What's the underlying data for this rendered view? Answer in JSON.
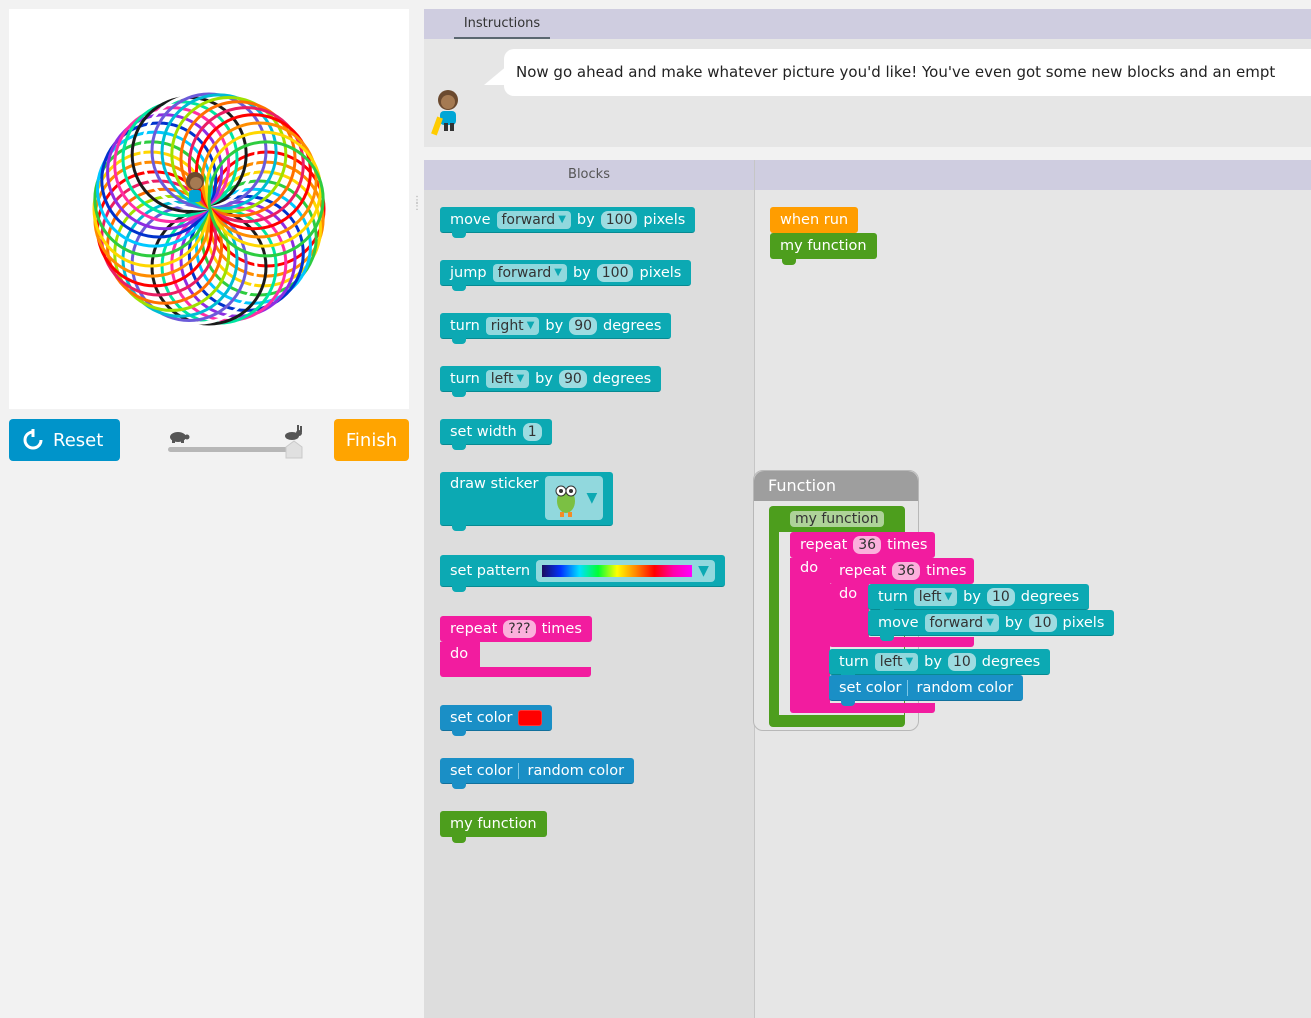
{
  "visualization": {
    "reset_label": "Reset",
    "finish_label": "Finish",
    "colors": [
      "#ff0000",
      "#ff8c00",
      "#ffd700",
      "#2ecc40",
      "#00c8ff",
      "#0033cc",
      "#8e2de2",
      "#ff2ea6",
      "#00e5a0",
      "#1b1b1b",
      "#ffffff",
      "#6b5bd9",
      "#00bcd4",
      "#a0e000",
      "#ff6f00",
      "#e91e63"
    ]
  },
  "instructions": {
    "tab_label": "Instructions",
    "text": "Now go ahead and make whatever picture you'd like! You've even got some new blocks and an empt"
  },
  "toolbox": {
    "header": "Blocks",
    "move": {
      "label": "move",
      "dir": "forward",
      "by": "by",
      "value": "100",
      "unit": "pixels"
    },
    "jump": {
      "label": "jump",
      "dir": "forward",
      "by": "by",
      "value": "100",
      "unit": "pixels"
    },
    "turn_right": {
      "label": "turn",
      "dir": "right",
      "by": "by",
      "value": "90",
      "unit": "degrees"
    },
    "turn_left": {
      "label": "turn",
      "dir": "left",
      "by": "by",
      "value": "90",
      "unit": "degrees"
    },
    "set_width": {
      "label": "set width",
      "value": "1"
    },
    "draw_sticker": {
      "label": "draw sticker"
    },
    "set_pattern": {
      "label": "set pattern"
    },
    "repeat": {
      "label": "repeat",
      "value": "???",
      "unit": "times",
      "do": "do"
    },
    "set_color": {
      "label": "set color",
      "color": "#ff0000"
    },
    "set_color_random": {
      "label": "set color",
      "value": "random color"
    },
    "my_function": {
      "label": "my function"
    }
  },
  "workspace": {
    "when_run": "when run",
    "call_fn": "my function",
    "function_frame": {
      "title": "Function",
      "name": "my function",
      "outer_repeat": {
        "label": "repeat",
        "value": "36",
        "unit": "times",
        "do": "do"
      },
      "inner_repeat": {
        "label": "repeat",
        "value": "36",
        "unit": "times",
        "do": "do"
      },
      "inner_turn": {
        "label": "turn",
        "dir": "left",
        "by": "by",
        "value": "10",
        "unit": "degrees"
      },
      "inner_move": {
        "label": "move",
        "dir": "forward",
        "by": "by",
        "value": "10",
        "unit": "pixels"
      },
      "outer_turn": {
        "label": "turn",
        "dir": "left",
        "by": "by",
        "value": "10",
        "unit": "degrees"
      },
      "outer_set_color": {
        "label": "set color",
        "value": "random color"
      }
    }
  }
}
